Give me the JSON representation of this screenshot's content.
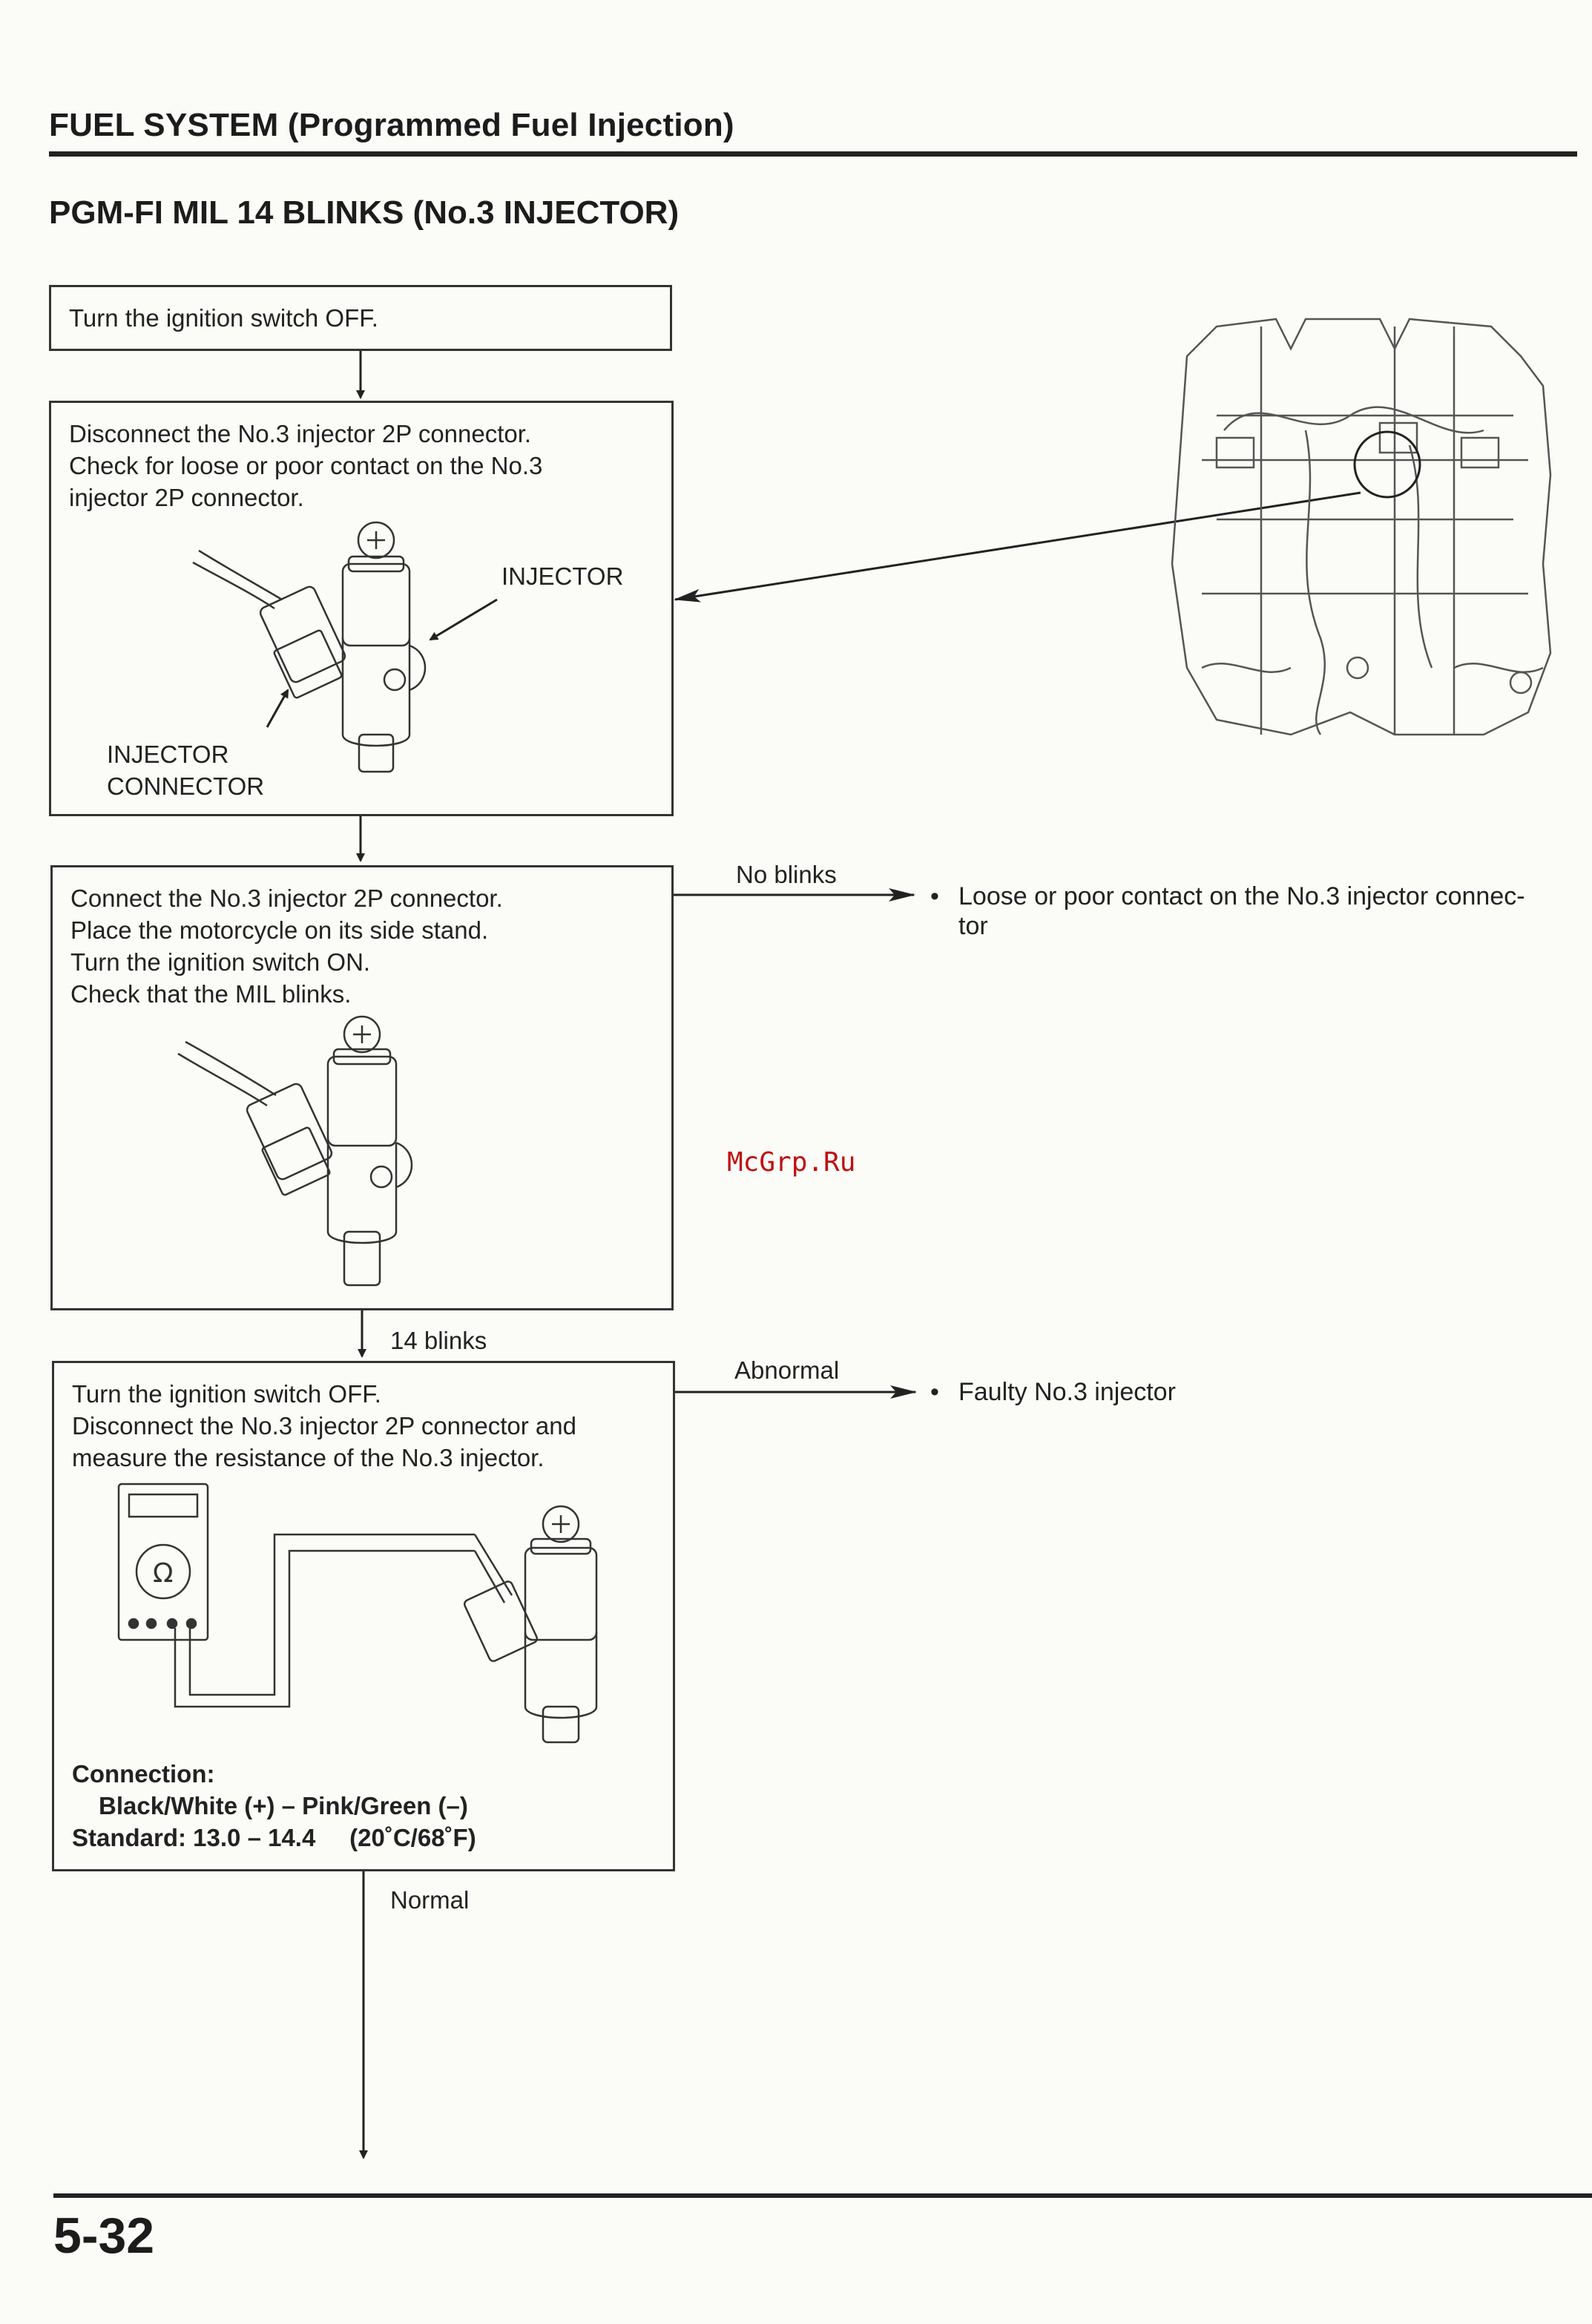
{
  "header": {
    "section_title": "FUEL SYSTEM (Programmed Fuel Injection)",
    "page_heading": "PGM-FI MIL 14 BLINKS (No.3 INJECTOR)"
  },
  "steps": [
    {
      "lines": [
        "Turn the ignition switch OFF."
      ]
    },
    {
      "lines": [
        "Disconnect the No.3 injector 2P connector.",
        "Check for loose or poor contact on the No.3",
        "injector 2P connector."
      ]
    },
    {
      "lines": [
        "Connect the No.3 injector 2P connector.",
        "Place the motorcycle on its side stand.",
        "Turn the ignition switch ON.",
        "Check that the MIL blinks."
      ]
    },
    {
      "lines": [
        "Turn the ignition switch OFF.",
        "Disconnect the No.3 injector 2P connector and",
        "measure the resistance of the No.3 injector."
      ]
    }
  ],
  "illustration_labels": {
    "injector": "INJECTOR",
    "injector_connector_1": "INJECTOR",
    "injector_connector_2": "CONNECTOR"
  },
  "spec": {
    "connection_label": "Connection:",
    "connection_value": "Black/White (+) – Pink/Green (–)",
    "standard": "Standard: 13.0 – 14.4     (20˚C/68˚F)"
  },
  "branches": {
    "no_blinks": "No blinks",
    "fourteen_blinks": "14 blinks",
    "abnormal": "Abnormal",
    "normal": "Normal"
  },
  "results": {
    "loose_contact_1": "Loose or poor contact on the No.3 injector connec-",
    "loose_contact_2": "tor",
    "faulty_injector": "Faulty No.3 injector",
    "bullet": "•"
  },
  "watermark": "McGrp.Ru",
  "footer": {
    "page_number": "5-32"
  }
}
